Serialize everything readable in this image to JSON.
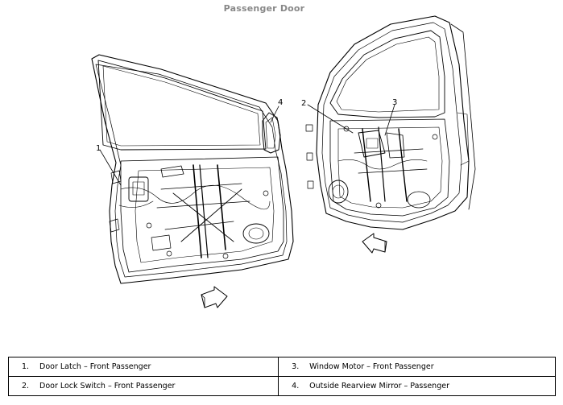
{
  "title": "Passenger Door",
  "callouts": [
    "1",
    "2",
    "3",
    "4"
  ],
  "legend": [
    [
      {
        "num": "1.",
        "text": "Door Latch – Front Passenger"
      },
      {
        "num": "3.",
        "text": "Window Motor – Front Passenger"
      }
    ],
    [
      {
        "num": "2.",
        "text": "Door Lock Switch – Front Passenger"
      },
      {
        "num": "4.",
        "text": "Outside Rearview Mirror – Passenger"
      }
    ]
  ]
}
